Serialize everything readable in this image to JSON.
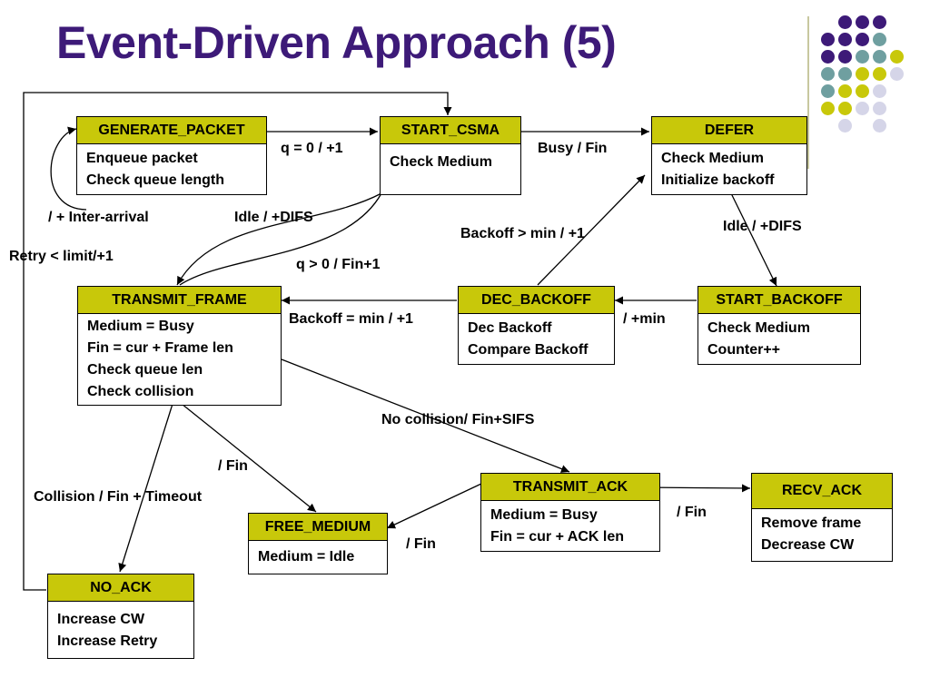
{
  "title": "Event-Driven Approach (5)",
  "accent_colors": {
    "title": "#3d1a78",
    "state_header": "#c8c80a",
    "dot_purple": "#3d1a78",
    "dot_teal": "#6f9fa0",
    "dot_olive": "#c8c80a",
    "dot_lavender": "#d5d5e8"
  },
  "states": {
    "generate_packet": {
      "name": "GENERATE_PACKET",
      "lines": [
        "Enqueue packet",
        "Check queue length"
      ]
    },
    "start_csma": {
      "name": "START_CSMA",
      "lines": [
        "Check Medium"
      ]
    },
    "defer": {
      "name": "DEFER",
      "lines": [
        "Check Medium",
        "Initialize backoff"
      ]
    },
    "transmit_frame": {
      "name": "TRANSMIT_FRAME",
      "lines": [
        "Medium = Busy",
        "Fin = cur + Frame len",
        "Check queue len",
        "Check collision"
      ]
    },
    "dec_backoff": {
      "name": "DEC_BACKOFF",
      "lines": [
        "Dec Backoff",
        "Compare Backoff"
      ]
    },
    "start_backoff": {
      "name": "START_BACKOFF",
      "lines": [
        "Check Medium",
        "Counter++"
      ]
    },
    "transmit_ack": {
      "name": "TRANSMIT_ACK",
      "lines": [
        "Medium = Busy",
        "Fin = cur + ACK len"
      ]
    },
    "recv_ack": {
      "name": "RECV_ACK",
      "lines": [
        "Remove frame",
        "Decrease CW"
      ]
    },
    "free_medium": {
      "name": "FREE_MEDIUM",
      "lines": [
        "Medium = Idle"
      ]
    },
    "no_ack": {
      "name": "NO_ACK",
      "lines": [
        "Increase CW",
        "Increase Retry"
      ]
    }
  },
  "transitions": {
    "gen_to_csma": "q = 0 / +1",
    "csma_to_defer": "Busy / Fin",
    "gen_self": "/ + Inter-arrival",
    "csma_to_tx_idle": "Idle / +DIFS",
    "retry": "Retry < limit/+1",
    "gen_to_tx": "q > 0 / Fin+1",
    "dec_to_defer": "Backoff > min / +1",
    "defer_to_startbackoff": "Idle / +DIFS",
    "dec_to_tx": "Backoff = min / +1",
    "startbackoff_to_dec": "/ +min",
    "no_collision": "No collision/ Fin+SIFS",
    "tx_to_free": "/ Fin",
    "collision": "Collision / Fin + Timeout",
    "ack_to_recv": "/ Fin",
    "ack_to_free": "/ Fin"
  }
}
